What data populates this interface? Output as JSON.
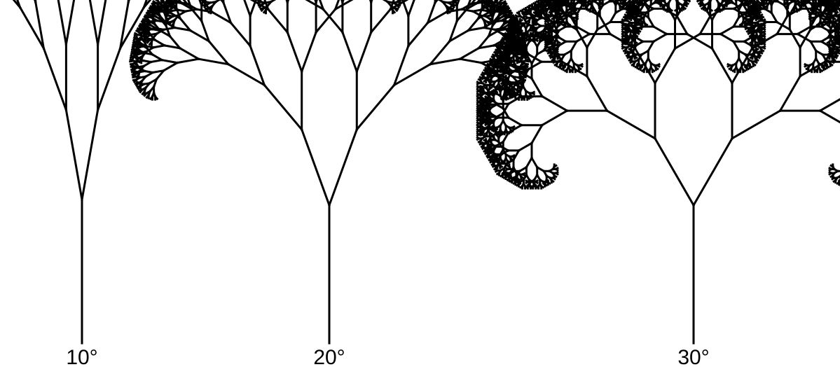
{
  "trees": [
    {
      "label": "10°",
      "branch_angle_deg": 10,
      "depth": 10,
      "length_ratio": 0.72
    },
    {
      "label": "20°",
      "branch_angle_deg": 20,
      "depth": 11,
      "length_ratio": 0.72
    },
    {
      "label": "30°",
      "branch_angle_deg": 30,
      "depth": 12,
      "length_ratio": 0.72
    }
  ],
  "colors": {
    "background": "#ffffff",
    "branch": "#000000",
    "text": "#000000"
  }
}
